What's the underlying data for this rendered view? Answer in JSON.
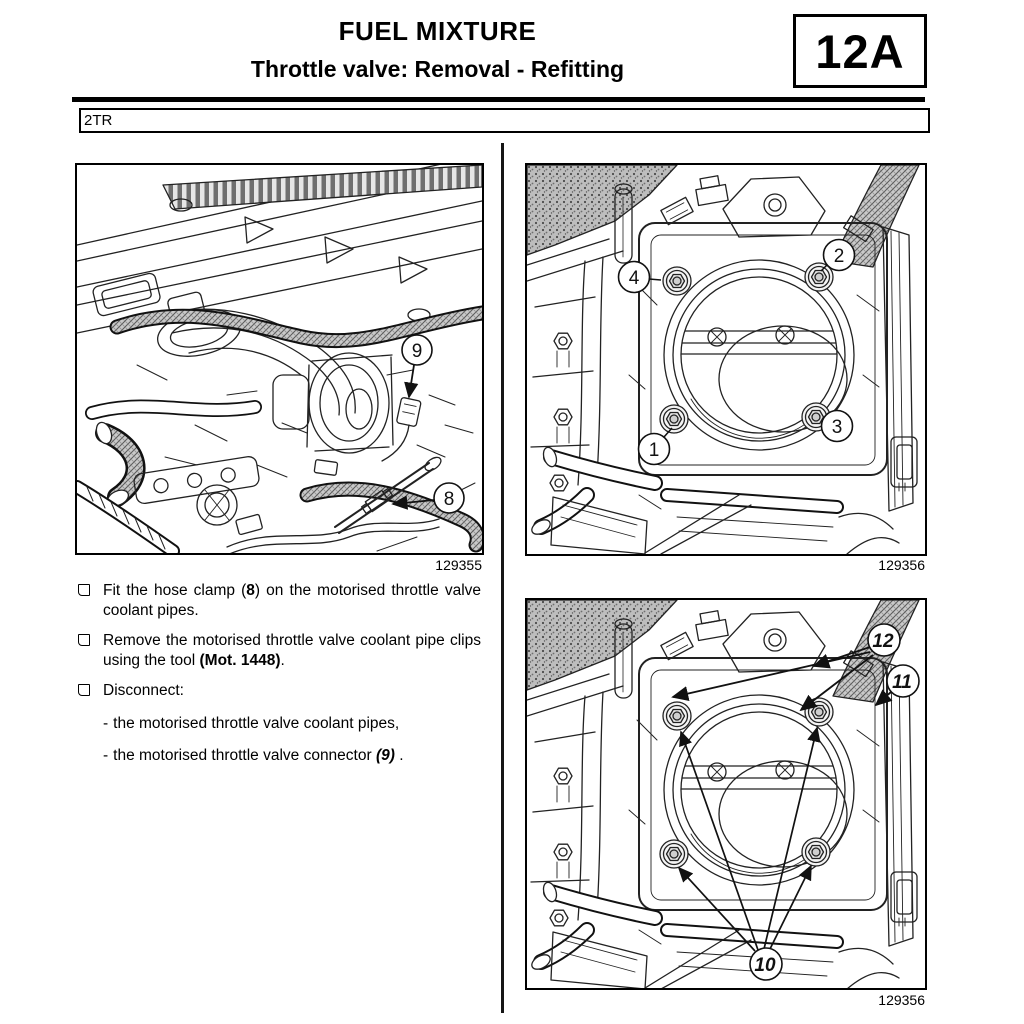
{
  "header": {
    "title": "FUEL MIXTURE",
    "subtitle": "Throttle valve: Removal - Refitting",
    "section_code": "12A",
    "variant_code": "2TR"
  },
  "instructions": {
    "bullet1": {
      "pre": "Fit the hose clamp (",
      "bold": "8",
      "post": ") on the motorised throttle valve coolant pipes."
    },
    "bullet2": {
      "pre": "Remove the motorised throttle valve coolant pipe clips using the tool ",
      "bold": "(Mot. 1448)",
      "post": "."
    },
    "bullet3": {
      "text": "Disconnect:"
    },
    "sub1": {
      "dash": "-",
      "text": "the motorised throttle valve coolant pipes,"
    },
    "sub2": {
      "dash": "-",
      "pre": "the motorised throttle valve connector ",
      "bold_italic": "(9)",
      "post": " ."
    }
  },
  "figures": {
    "engine_overview": {
      "caption": "129355",
      "callouts": {
        "c9": "9",
        "c8": "8"
      }
    },
    "throttle_removal": {
      "caption": "129356",
      "callouts": {
        "c1": "1",
        "c2": "2",
        "c3": "3",
        "c4": "4"
      }
    },
    "throttle_refitting": {
      "caption": "129356",
      "callouts": {
        "c10": "10",
        "c11": "11",
        "c12": "12"
      }
    }
  }
}
